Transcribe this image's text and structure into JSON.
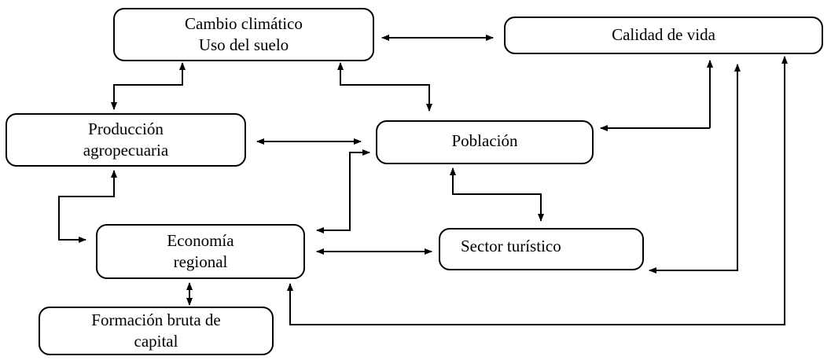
{
  "nodes": {
    "cambio": {
      "line1": "Cambio climático",
      "line2": "Uso del suelo"
    },
    "calidad": {
      "label": "Calidad de vida"
    },
    "produccion": {
      "line1": "Producción",
      "line2": "agropecuaria"
    },
    "poblacion": {
      "label": "Población"
    },
    "economia": {
      "line1": "Economía",
      "line2": "regional"
    },
    "sector": {
      "label": "Sector turístico"
    },
    "formacion": {
      "line1": "Formación bruta de",
      "line2": "capital"
    }
  },
  "colors": {
    "stroke": "#000000",
    "box_fill": "#ffffff",
    "background": "#ffffff"
  }
}
